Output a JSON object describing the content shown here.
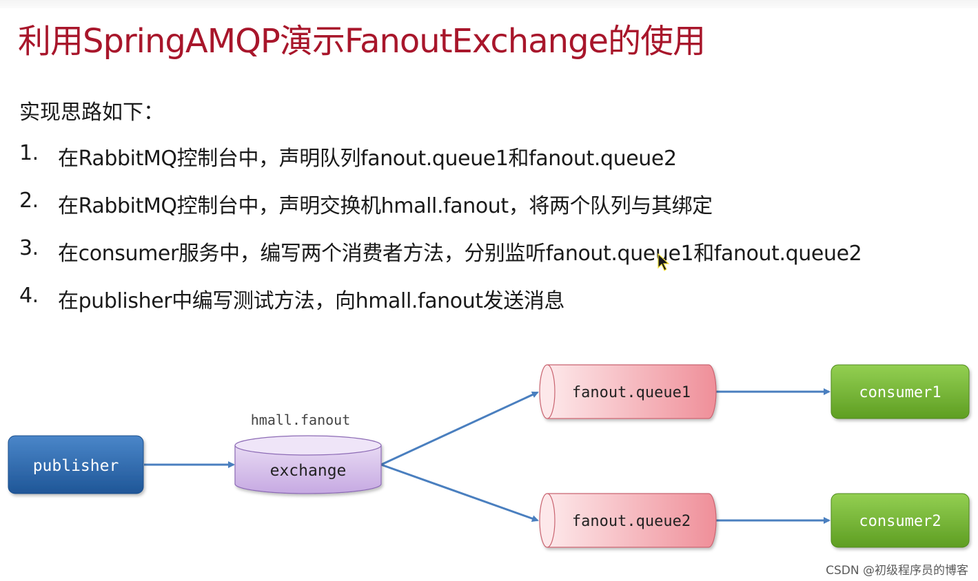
{
  "slide": {
    "title": "利用SpringAMQP演示FanoutExchange的使用",
    "intro": "实现思路如下：",
    "steps": [
      {
        "num": "1.",
        "text": "在RabbitMQ控制台中，声明队列fanout.queue1和fanout.queue2"
      },
      {
        "num": "2.",
        "text": "在RabbitMQ控制台中，声明交换机hmall.fanout，将两个队列与其绑定"
      },
      {
        "num": "3.",
        "text": "在consumer服务中，编写两个消费者方法，分别监听fanout.queue1和fanout.queue2"
      },
      {
        "num": "4.",
        "text": "在publisher中编写测试方法，向hmall.fanout发送消息"
      }
    ]
  },
  "diagram": {
    "publisher": "publisher",
    "exchange_name": "hmall.fanout",
    "exchange": "exchange",
    "queue1": "fanout.queue1",
    "queue2": "fanout.queue2",
    "consumer1": "consumer1",
    "consumer2": "consumer2"
  },
  "colors": {
    "title": "#a8162b",
    "publisher": "#2e6aae",
    "exchange": "#cdb3e6",
    "queue": "#f2a3ab",
    "consumer": "#7ab83a",
    "arrow": "#4a7fbf"
  },
  "watermark": "CSDN @初级程序员的博客"
}
